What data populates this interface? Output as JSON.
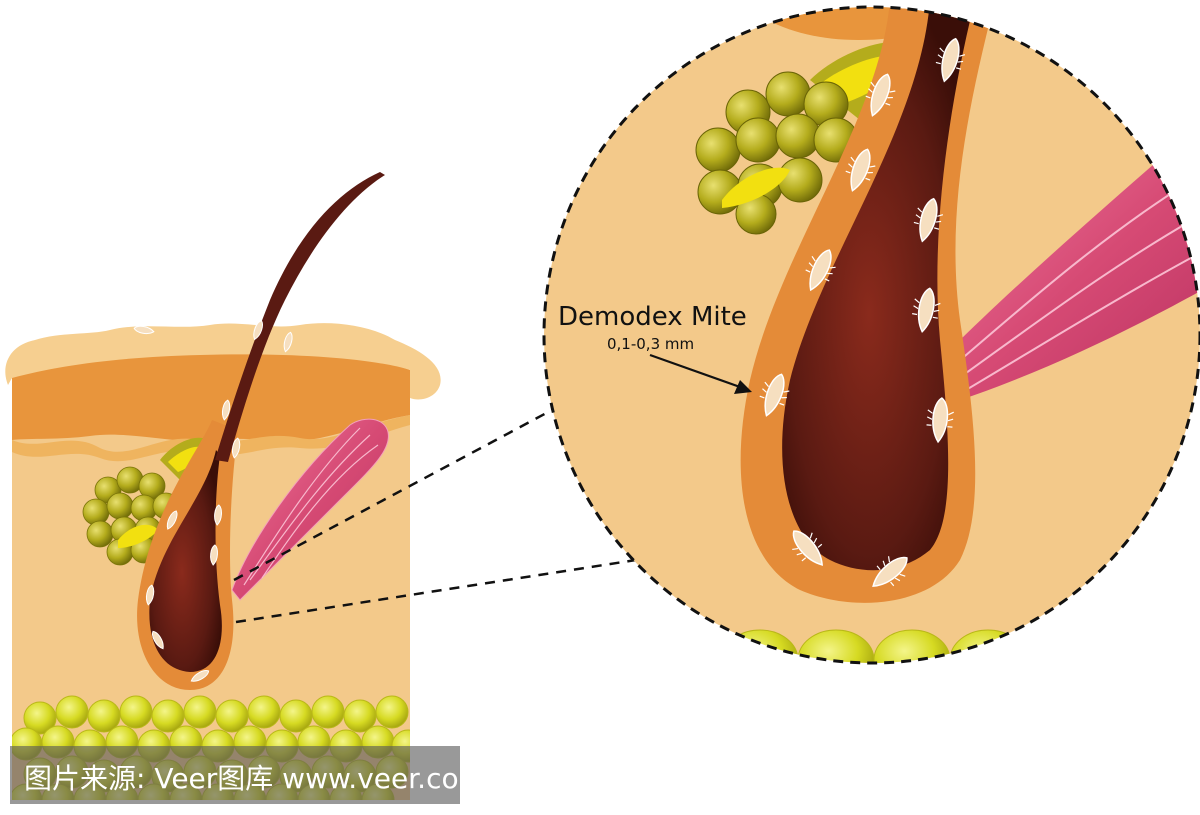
{
  "callout": {
    "title": "Demodex Mite",
    "size": "0,1-0,3 mm"
  },
  "watermark": {
    "text": "图片来源: Veer图库 www.veer.com"
  },
  "colors": {
    "skin": "#f3c98a",
    "epidermis": "#e8953c",
    "hair": "#5a1a12",
    "follicle": "#e48b38",
    "gland": "#c9c020",
    "fat": "#d8dc2a",
    "muscle": "#d9527a",
    "mite": "#f6dfc0"
  }
}
